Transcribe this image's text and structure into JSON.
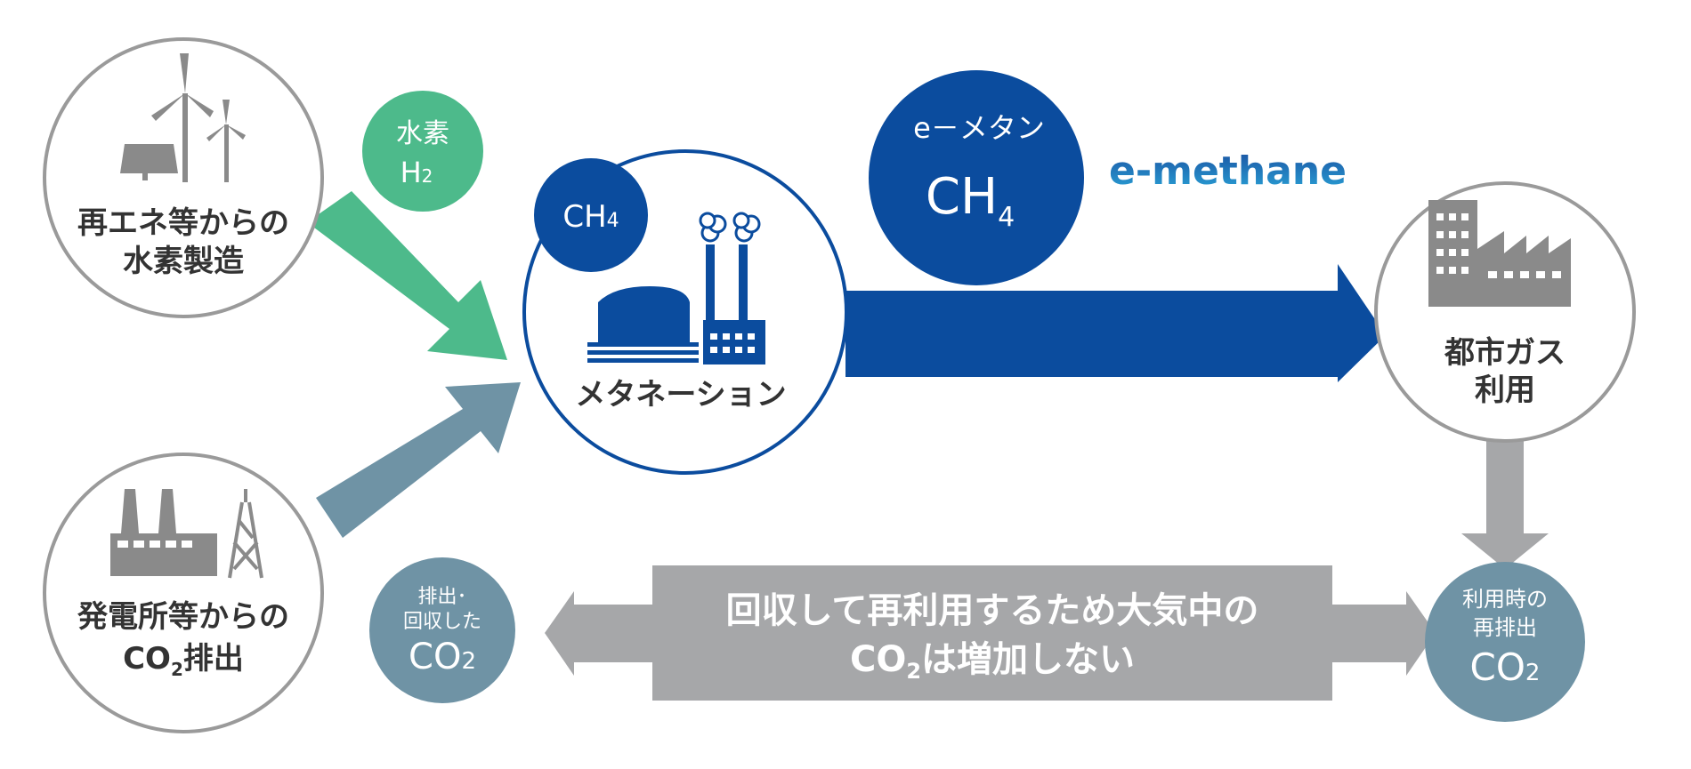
{
  "nodes": {
    "renewable_h2": {
      "line1": "再エネ等からの",
      "line2": "水素製造"
    },
    "hydrogen": {
      "line1": "水素",
      "line2": "H",
      "sub": "2"
    },
    "power_co2": {
      "line1": "発電所等からの",
      "line2_main": "CO",
      "line2_sub": "2",
      "line2_tail": "排出"
    },
    "methanation": {
      "label": "メタネーション",
      "badge_main": "CH",
      "badge_sub": "4"
    },
    "e_methane": {
      "line1": "e－メタン",
      "main": "CH",
      "sub": "4"
    },
    "logo": {
      "text": "e-methane"
    },
    "city_gas": {
      "line1": "都市ガス",
      "line2": "利用"
    },
    "captured_co2": {
      "line1": "排出･",
      "line2": "回収した",
      "main": "CO",
      "sub": "2"
    },
    "reemitted_co2": {
      "line1": "利用時の",
      "line2": "再排出",
      "main": "CO",
      "sub": "2"
    }
  },
  "message": {
    "line1": "回収して再利用するため大気中の",
    "line2_main": "CO",
    "line2_sub": "2",
    "line2_tail": "は増加しない"
  },
  "colors": {
    "blue": "#0b4c9e",
    "green": "#4dba8b",
    "slate": "#6f93a5",
    "gray": "#a6a7a9",
    "outline": "#9a9a9a"
  }
}
